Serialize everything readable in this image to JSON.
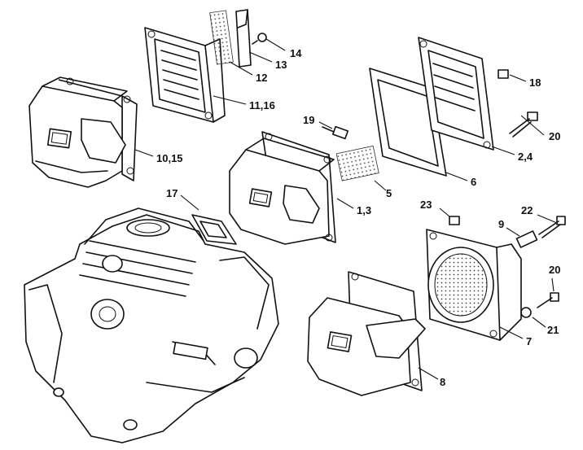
{
  "diagram": {
    "labels": {
      "p14": "14",
      "p13": "13",
      "p12": "12",
      "p11_16": "11,16",
      "p10_15": "10,15",
      "p19": "19",
      "p18": "18",
      "p20a": "20",
      "p2_4": "2,4",
      "p6": "6",
      "p5": "5",
      "p1_3": "1,3",
      "p17": "17",
      "p23": "23",
      "p22": "22",
      "p9": "9",
      "p20b": "20",
      "p21": "21",
      "p7": "7",
      "p8": "8"
    }
  }
}
